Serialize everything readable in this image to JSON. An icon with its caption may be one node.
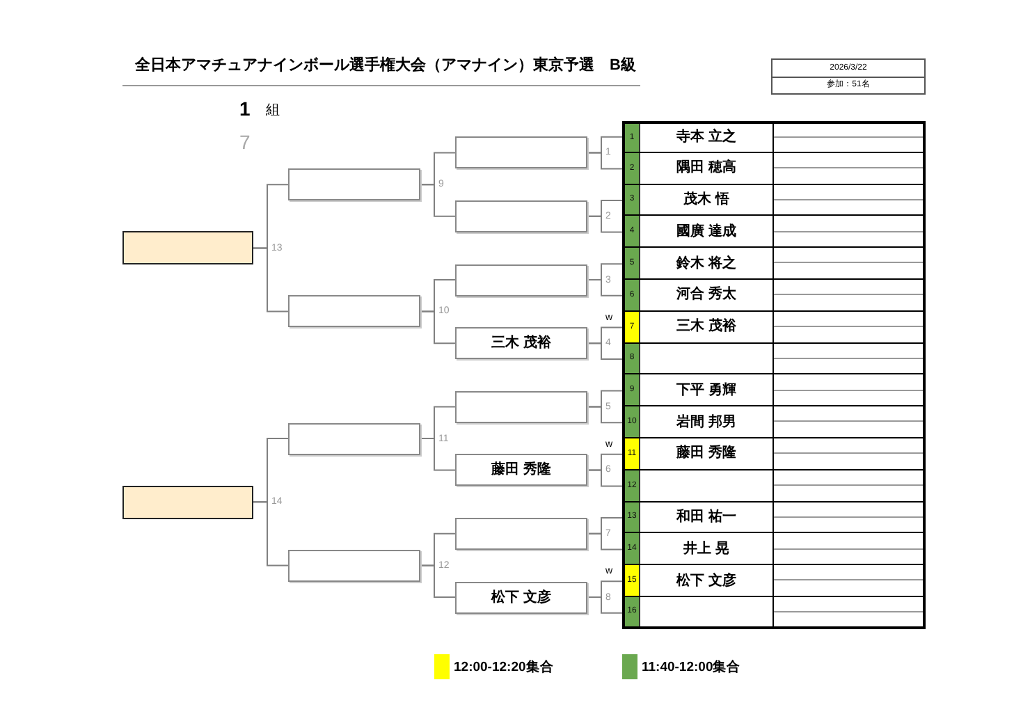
{
  "diagram": {
    "title": "全日本アマチュアナインボール選手権大会（アマナイン）東京予選　B級",
    "nodes": [
      {
        "text": [],
        "shape": "box"
      },
      {
        "text": [],
        "shape": "box"
      },
      {
        "text": [],
        "shape": "box"
      },
      {
        "text": [],
        "shape": "box"
      },
      {
        "text": [],
        "shape": "box"
      },
      {
        "text": [],
        "shape": "box"
      },
      {
        "text": [],
        "shape": "box"
      },
      {
        "text": [],
        "shape": "box"
      },
      {
        "text": [],
        "shape": "box"
      },
      {
        "text": [
          "三木 茂裕"
        ]
      },
      {
        "text": [],
        "shape": "box"
      },
      {
        "text": [
          "藤田 秀隆"
        ]
      },
      {
        "text": [],
        "shape": "box"
      },
      {
        "text": [
          "松下 文彦"
        ]
      },
      {
        "text": [
          "1",
          "寺本 立之"
        ]
      },
      {
        "text": [
          "2",
          "隅田 穂高"
        ]
      },
      {
        "text": [
          "3",
          "茂木 悟"
        ]
      },
      {
        "text": [
          "4",
          "國廣 達成"
        ]
      },
      {
        "text": [
          "5",
          "鈴木 将之"
        ]
      },
      {
        "text": [
          "6",
          "河合 秀太"
        ]
      },
      {
        "text": [
          "7",
          "三木 茂裕"
        ],
        "beside": [
          "w"
        ]
      },
      {
        "text": [
          "8"
        ]
      },
      {
        "text": [
          "9",
          "下平 勇輝"
        ]
      },
      {
        "text": [
          "10",
          "岩間 邦男"
        ]
      },
      {
        "text": [
          "11",
          "藤田 秀隆"
        ],
        "beside": [
          "w"
        ]
      },
      {
        "text": [
          "12"
        ]
      },
      {
        "text": [
          "13",
          "和田 祐一"
        ]
      },
      {
        "text": [
          "14",
          "井上 晃"
        ]
      },
      {
        "text": [
          "15",
          "松下 文彦"
        ],
        "beside": [
          "w"
        ]
      },
      {
        "text": [
          "16"
        ]
      }
    ],
    "edges": [
      {
        "from": 14,
        "to": 6,
        "arrow": "none",
        "label": "1"
      },
      {
        "from": 15,
        "to": 6,
        "arrow": "none"
      },
      {
        "from": 16,
        "to": 7,
        "arrow": "none",
        "label": "2"
      },
      {
        "from": 17,
        "to": 7,
        "arrow": "none"
      },
      {
        "from": 18,
        "to": 8,
        "arrow": "none",
        "label": "3"
      },
      {
        "from": 19,
        "to": 8,
        "arrow": "none"
      },
      {
        "from": 20,
        "to": 9,
        "arrow": "none",
        "label": "4"
      },
      {
        "from": 21,
        "to": 9,
        "arrow": "none"
      },
      {
        "from": 22,
        "to": 10,
        "arrow": "none",
        "label": "5"
      },
      {
        "from": 23,
        "to": 10,
        "arrow": "none"
      },
      {
        "from": 24,
        "to": 11,
        "arrow": "none",
        "label": "6"
      },
      {
        "from": 25,
        "to": 11,
        "arrow": "none"
      },
      {
        "from": 26,
        "to": 12,
        "arrow": "none",
        "label": "7"
      },
      {
        "from": 27,
        "to": 12,
        "arrow": "none"
      },
      {
        "from": 28,
        "to": 13,
        "arrow": "none",
        "label": "8"
      },
      {
        "from": 29,
        "to": 13,
        "arrow": "none"
      },
      {
        "from": 6,
        "to": 2,
        "arrow": "none",
        "label": "9"
      },
      {
        "from": 7,
        "to": 2,
        "arrow": "none"
      },
      {
        "from": 8,
        "to": 3,
        "arrow": "none",
        "label": "10"
      },
      {
        "from": 9,
        "to": 3,
        "arrow": "none"
      },
      {
        "from": 10,
        "to": 4,
        "arrow": "none",
        "label": "11"
      },
      {
        "from": 11,
        "to": 4,
        "arrow": "none"
      },
      {
        "from": 12,
        "to": 5,
        "arrow": "none",
        "label": "12"
      },
      {
        "from": 13,
        "to": 5,
        "arrow": "none"
      },
      {
        "from": 2,
        "to": 0,
        "arrow": "none",
        "label": "13"
      },
      {
        "from": 3,
        "to": 0,
        "arrow": "none"
      },
      {
        "from": 4,
        "to": 1,
        "arrow": "none",
        "label": "14"
      },
      {
        "from": 5,
        "to": 1,
        "arrow": "none"
      }
    ],
    "labels": [
      "2026/3/22",
      "参加：51名",
      "1",
      "組",
      "7"
    ],
    "legend": [
      {
        "text": "12:00-12:20集合",
        "color": "#ffff00"
      },
      {
        "text": "11:40-12:00集合",
        "color": "#6aa84f"
      }
    ]
  }
}
